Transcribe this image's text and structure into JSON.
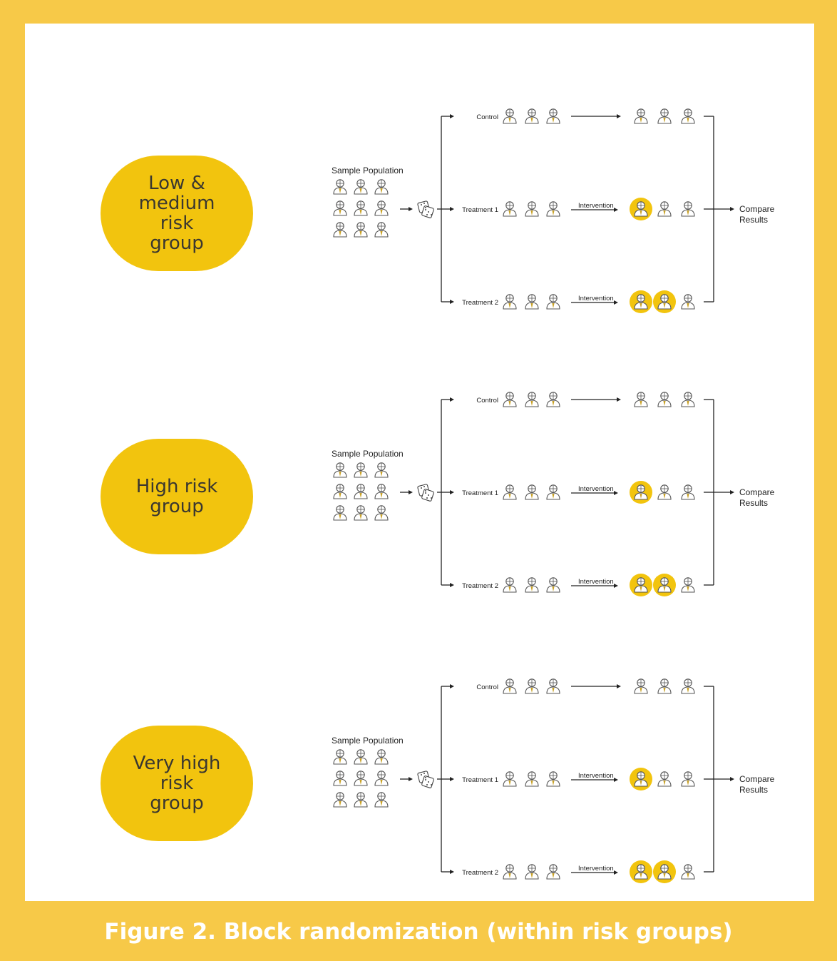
{
  "caption": "Figure 2. Block randomization (within risk groups)",
  "colors": {
    "frame": "#f7c948",
    "pill": "#f2c40e",
    "highlight": "#f2c40e",
    "line": "#222222"
  },
  "icons": {
    "person": "person-icon",
    "dice": "dice-icon"
  },
  "blocks": [
    {
      "risk_label": "Low &\nmedium\nrisk\ngroup"
    },
    {
      "risk_label": "High risk\ngroup"
    },
    {
      "risk_label": "Very high\nrisk\ngroup"
    }
  ],
  "diagram": {
    "sample_label": "Sample Population",
    "compare_label": "Compare\nResults",
    "intervention_label": "Intervention",
    "arms": [
      {
        "label": "Control",
        "intervention": false,
        "highlighted_after": 0
      },
      {
        "label": "Treatment 1",
        "intervention": true,
        "highlighted_after": 1
      },
      {
        "label": "Treatment 2",
        "intervention": true,
        "highlighted_after": 2
      }
    ]
  }
}
